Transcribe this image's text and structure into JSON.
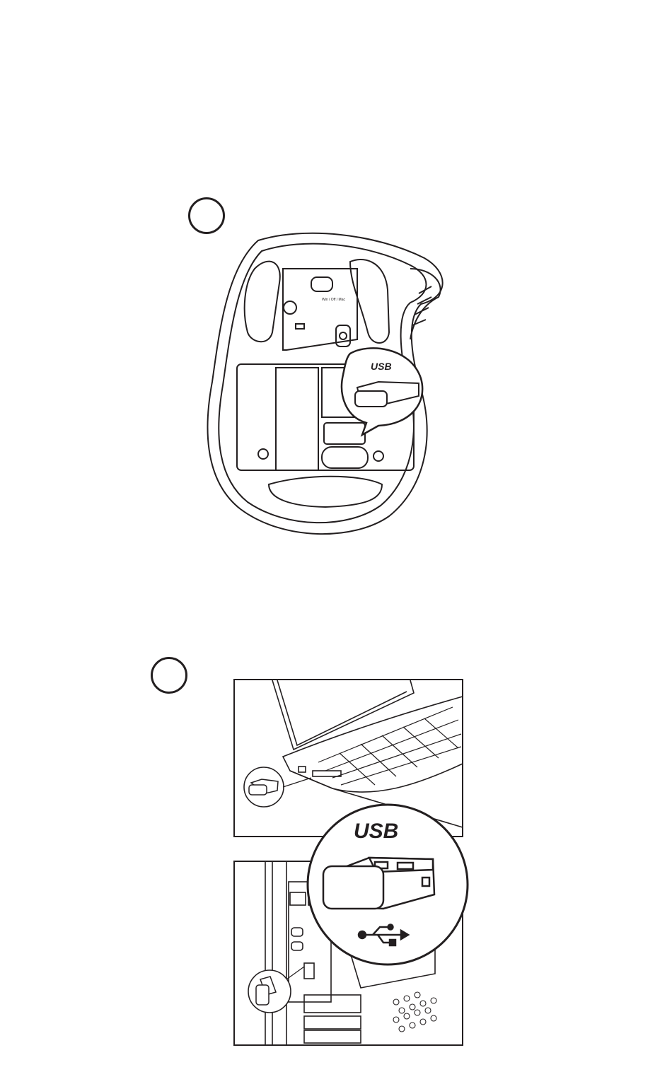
{
  "steps": [
    {
      "id": "step-1",
      "number": ""
    },
    {
      "id": "step-2",
      "number": ""
    }
  ],
  "mouse_callout": {
    "label": "USB"
  },
  "receiver_callout": {
    "label": "USB"
  },
  "switch_label": "Win / Off / Mac",
  "icons": {
    "usb_symbol": "usb-trident-icon",
    "receiver": "usb-receiver-icon"
  },
  "colors": {
    "line": "#231f20",
    "background": "#ffffff"
  }
}
